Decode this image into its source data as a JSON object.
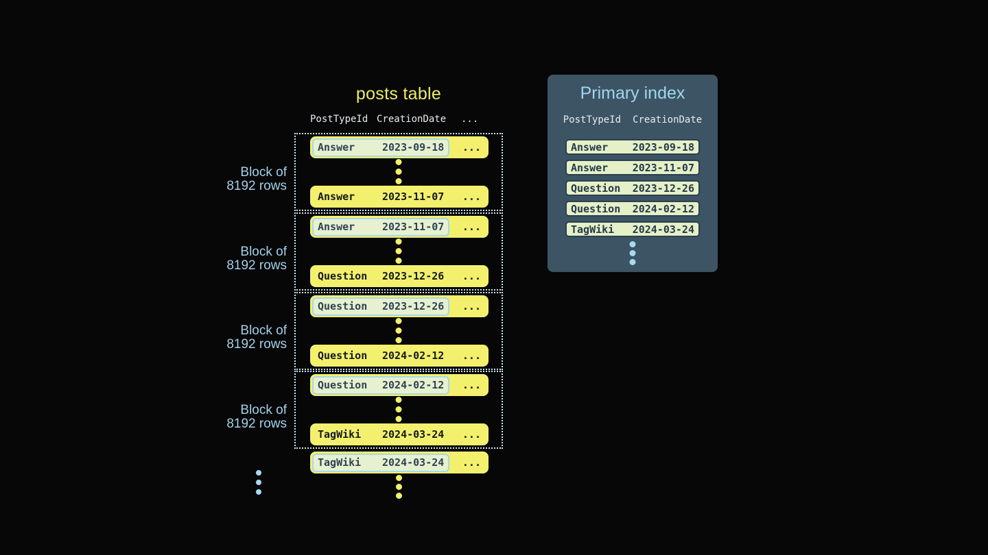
{
  "posts_table": {
    "title": "posts table",
    "headers": {
      "col1": "PostTypeId",
      "col2": "CreationDate",
      "ellipsis": "..."
    },
    "row_ellipsis": "...",
    "block_label": {
      "line1": "Block of",
      "line2": "8192 rows"
    },
    "blocks": [
      {
        "first": {
          "type": "Answer",
          "date": "2023-09-18"
        },
        "last": {
          "type": "Answer",
          "date": "2023-11-07"
        }
      },
      {
        "first": {
          "type": "Answer",
          "date": "2023-11-07"
        },
        "last": {
          "type": "Question",
          "date": "2023-12-26"
        }
      },
      {
        "first": {
          "type": "Question",
          "date": "2023-12-26"
        },
        "last": {
          "type": "Question",
          "date": "2024-02-12"
        }
      },
      {
        "first": {
          "type": "Question",
          "date": "2024-02-12"
        },
        "last": {
          "type": "TagWiki",
          "date": "2024-03-24"
        }
      }
    ],
    "overflow_row": {
      "type": "TagWiki",
      "date": "2024-03-24"
    }
  },
  "primary_index": {
    "title": "Primary index",
    "headers": {
      "col1": "PostTypeId",
      "col2": "CreationDate"
    },
    "rows": [
      {
        "type": "Answer",
        "date": "2023-09-18"
      },
      {
        "type": "Answer",
        "date": "2023-11-07"
      },
      {
        "type": "Question",
        "date": "2023-12-26"
      },
      {
        "type": "Question",
        "date": "2024-02-12"
      },
      {
        "type": "TagWiki",
        "date": "2024-03-24"
      }
    ]
  },
  "colors": {
    "background": "#070708",
    "row_yellow": "#f3f06e",
    "title_yellow": "#eeec68",
    "light_blue_text": "#a3d1e8",
    "panel_background": "#3d5464",
    "panel_title_blue": "#9fd6ee",
    "index_row_green": "#e5f0c7",
    "highlight_green": "#e7f1d0",
    "highlight_border_blue": "#a6d8e9",
    "dotted_border": "#d2eaf3",
    "header_text": "#e8edf0",
    "dark_text": "#15191d"
  }
}
